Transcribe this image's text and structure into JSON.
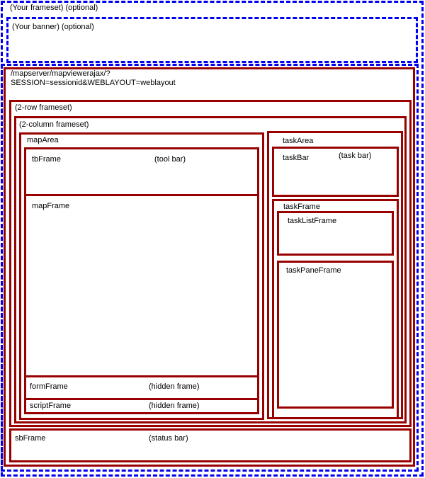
{
  "diagram": {
    "frameset_label": "(Your frameset) (optional)",
    "banner_label": "(Your banner) (optional)",
    "url_line1": "/mapserver/mapviewerajax/?",
    "url_line2": "SESSION=sessionid&WEBLAYOUT=weblayout",
    "two_row_label": "(2-row frameset)",
    "two_col_label": "(2-column frameset)",
    "map_area": {
      "label": "mapArea",
      "tb_frame": {
        "label": "tbFrame",
        "annotation": "(tool bar)"
      },
      "map_frame": {
        "label": "mapFrame"
      },
      "form_frame": {
        "label": "formFrame",
        "annotation": "(hidden frame)"
      },
      "script_frame": {
        "label": "scriptFrame",
        "annotation": "(hidden frame)"
      }
    },
    "task_area": {
      "label": "taskArea",
      "task_bar": {
        "label": "taskBar",
        "annotation": "(task bar)"
      },
      "task_frame": {
        "label": "taskFrame",
        "task_list_frame": {
          "label": "taskListFrame"
        },
        "task_pane_frame": {
          "label": "taskPaneFrame"
        }
      }
    },
    "sb_frame": {
      "label": "sbFrame",
      "annotation": "(status bar)"
    },
    "colors": {
      "frame_border": "#990000",
      "frameset_border": "#0000f0"
    }
  }
}
